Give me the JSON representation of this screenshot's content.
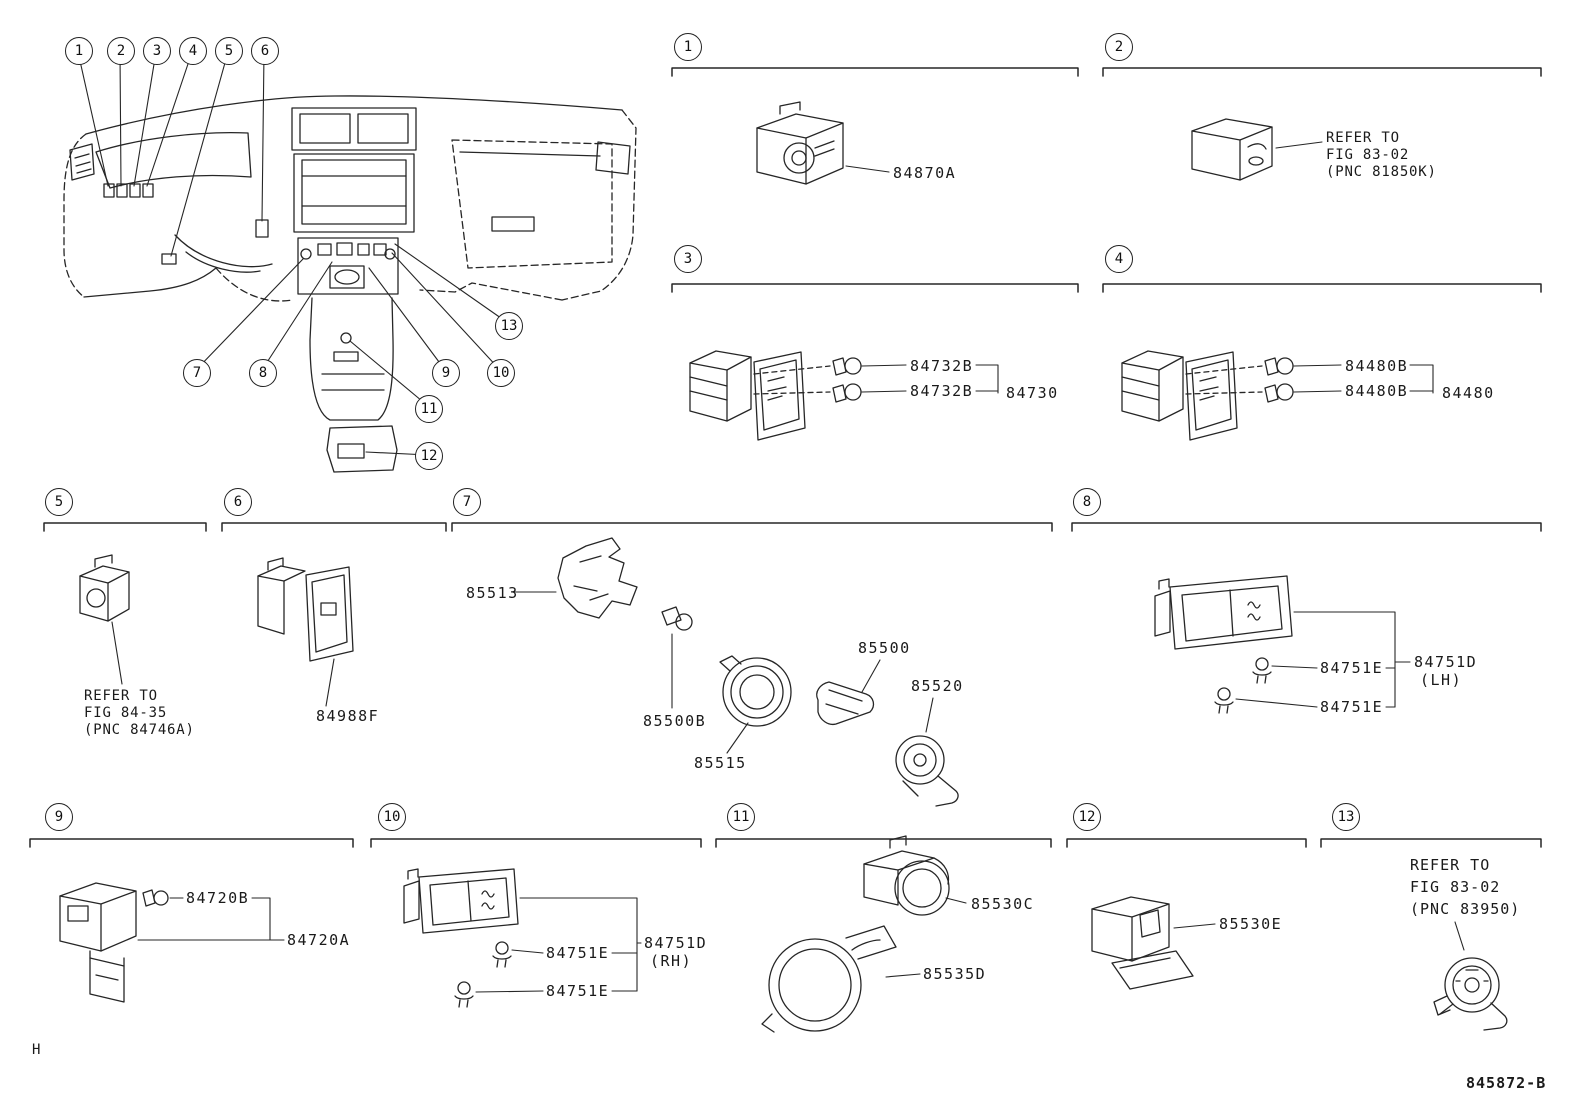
{
  "page": {
    "corner_mark": "H",
    "doc_number": "845872-B"
  },
  "callouts": {
    "n1": "1",
    "n2": "2",
    "n3": "3",
    "n4": "4",
    "n5": "5",
    "n6": "6",
    "n7": "7",
    "n8": "8",
    "n9": "9",
    "n10": "10",
    "n11": "11",
    "n12": "12",
    "n13": "13"
  },
  "sections": {
    "s1": {
      "num": "1",
      "part_84870a": "84870A"
    },
    "s2": {
      "num": "2",
      "refer1": "REFER TO",
      "refer2": "FIG 83-02",
      "refer3": "(PNC 81850K)"
    },
    "s3": {
      "num": "3",
      "bulb_a": "84732B",
      "bulb_b": "84732B",
      "assembly": "84730"
    },
    "s4": {
      "num": "4",
      "bulb_a": "84480B",
      "bulb_b": "84480B",
      "assembly": "84480"
    },
    "s5": {
      "num": "5",
      "refer1": "REFER TO",
      "refer2": "FIG 84-35",
      "refer3": "(PNC 84746A)"
    },
    "s6": {
      "num": "6",
      "part_84988f": "84988F"
    },
    "s7": {
      "num": "7",
      "part_85513": "85513",
      "part_85500b": "85500B",
      "part_85515": "85515",
      "part_85500": "85500",
      "part_85520": "85520"
    },
    "s8": {
      "num": "8",
      "screw_a": "84751E",
      "screw_b": "84751E",
      "part_main": "84751D",
      "side": "(LH)"
    },
    "s9": {
      "num": "9",
      "bulb": "84720B",
      "assembly": "84720A"
    },
    "s10": {
      "num": "10",
      "screw_a": "84751E",
      "screw_b": "84751E",
      "part_main": "84751D",
      "side": "(RH)"
    },
    "s11": {
      "num": "11",
      "part_85530c": "85530C",
      "part_85535d": "85535D"
    },
    "s12": {
      "num": "12",
      "part_85530e": "85530E"
    },
    "s13": {
      "num": "13",
      "refer1": "REFER TO",
      "refer2": "FIG 83-02",
      "refer3": "(PNC 83950)"
    }
  }
}
